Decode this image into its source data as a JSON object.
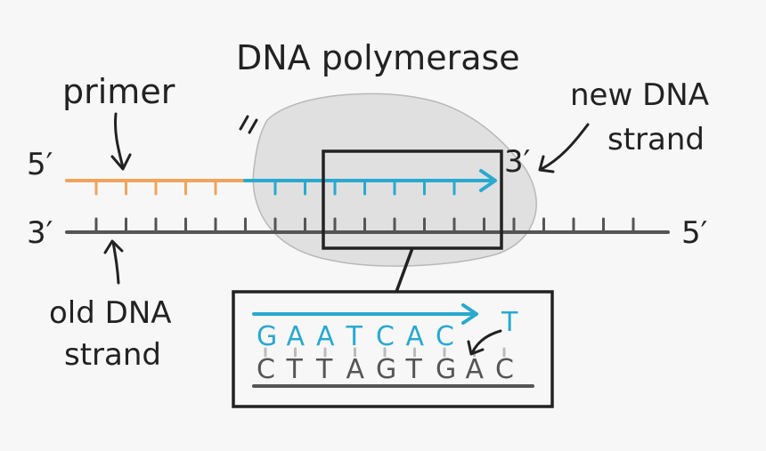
{
  "labels": {
    "enzyme": "DNA polymerase",
    "primer": "primer",
    "new_strand_line1": "new DNA",
    "new_strand_line2": "strand",
    "old_strand_line1": "old DNA",
    "old_strand_line2": "strand",
    "top_left_end": "5′",
    "top_right_end": "3′",
    "bottom_left_end": "3′",
    "bottom_right_end": "5′"
  },
  "zoom": {
    "new_strand_bases": [
      "G",
      "A",
      "A",
      "T",
      "C",
      "A",
      "C"
    ],
    "incoming_base": "T",
    "template_bases": [
      "C",
      "T",
      "T",
      "A",
      "G",
      "T",
      "G",
      "A",
      "C"
    ]
  },
  "colors": {
    "primer": "#f0a45c",
    "new_strand": "#29a9cf",
    "old_strand": "#555555",
    "polymerase": "#dcdcdc",
    "ink": "#222222"
  }
}
